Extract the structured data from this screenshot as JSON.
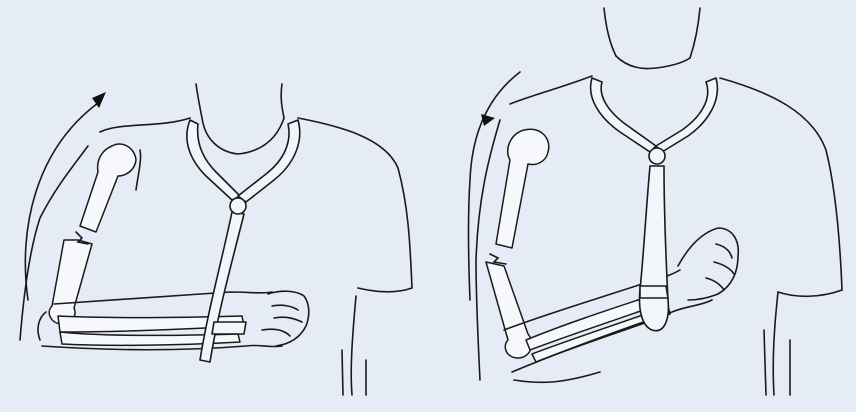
{
  "figure": {
    "background": "#e6ecf6",
    "line_color": "#1a1a1a",
    "panels": [
      {
        "id": "left",
        "arrow_direction": "clockwise-up"
      },
      {
        "id": "right",
        "arrow_direction": "counterclockwise-down"
      }
    ]
  }
}
